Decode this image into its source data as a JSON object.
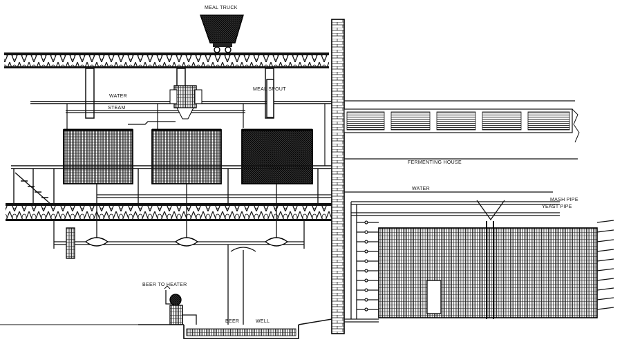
{
  "labels": {
    "meal_truck": "MEAL TRUCK",
    "water_top": "WATER",
    "steam": "STEAM",
    "meal_spout": "MEAL SPOUT",
    "fermenting_house": "FERMENTING HOUSE",
    "water_right": "WATER",
    "mash_pipe": "MASH PIPE",
    "yeast_pipe": "YEAST PIPE",
    "beer_to_heater": "BEER TO HEATER",
    "beer": "BEER",
    "well": "WELL"
  },
  "colors": {
    "ink": "#111111",
    "hatch": "#222222",
    "paper": "#ffffff"
  }
}
